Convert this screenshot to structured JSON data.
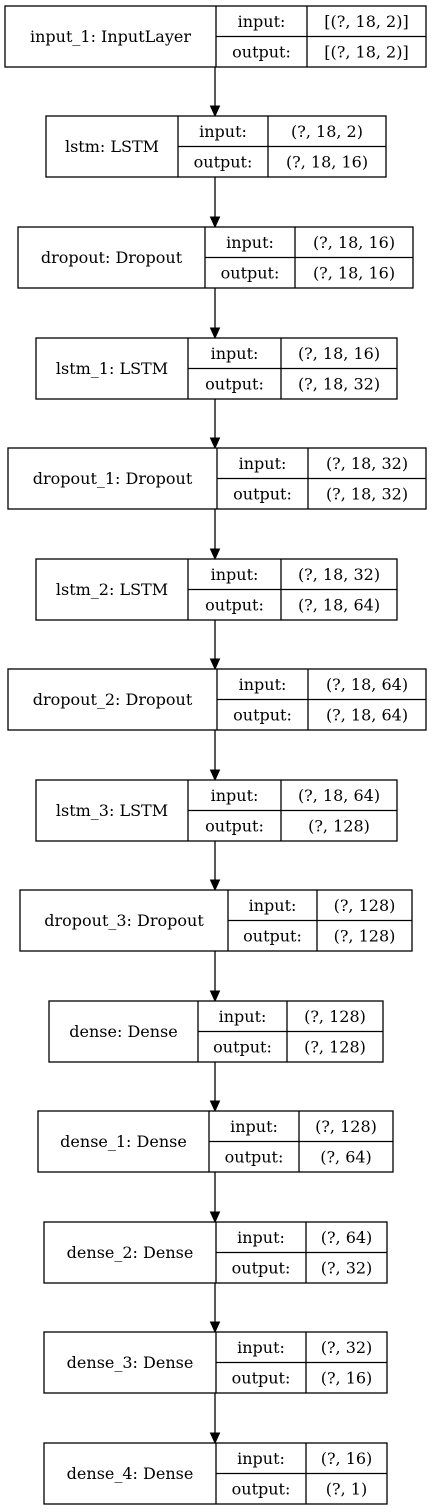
{
  "port_labels": {
    "input": "input:",
    "output": "output:"
  },
  "layers": [
    {
      "name": "input_1: InputLayer",
      "input": "[(?, 18, 2)]",
      "output": "[(?, 18, 2)]"
    },
    {
      "name": "lstm: LSTM",
      "input": "(?, 18, 2)",
      "output": "(?, 18, 16)"
    },
    {
      "name": "dropout: Dropout",
      "input": "(?, 18, 16)",
      "output": "(?, 18, 16)"
    },
    {
      "name": "lstm_1: LSTM",
      "input": "(?, 18, 16)",
      "output": "(?, 18, 32)"
    },
    {
      "name": "dropout_1: Dropout",
      "input": "(?, 18, 32)",
      "output": "(?, 18, 32)"
    },
    {
      "name": "lstm_2: LSTM",
      "input": "(?, 18, 32)",
      "output": "(?, 18, 64)"
    },
    {
      "name": "dropout_2: Dropout",
      "input": "(?, 18, 64)",
      "output": "(?, 18, 64)"
    },
    {
      "name": "lstm_3: LSTM",
      "input": "(?, 18, 64)",
      "output": "(?, 128)"
    },
    {
      "name": "dropout_3: Dropout",
      "input": "(?, 128)",
      "output": "(?, 128)"
    },
    {
      "name": "dense: Dense",
      "input": "(?, 128)",
      "output": "(?, 128)"
    },
    {
      "name": "dense_1: Dense",
      "input": "(?, 128)",
      "output": "(?, 64)"
    },
    {
      "name": "dense_2: Dense",
      "input": "(?, 64)",
      "output": "(?, 32)"
    },
    {
      "name": "dense_3: Dense",
      "input": "(?, 32)",
      "output": "(?, 16)"
    },
    {
      "name": "dense_4: Dense",
      "input": "(?, 16)",
      "output": "(?, 1)"
    }
  ]
}
